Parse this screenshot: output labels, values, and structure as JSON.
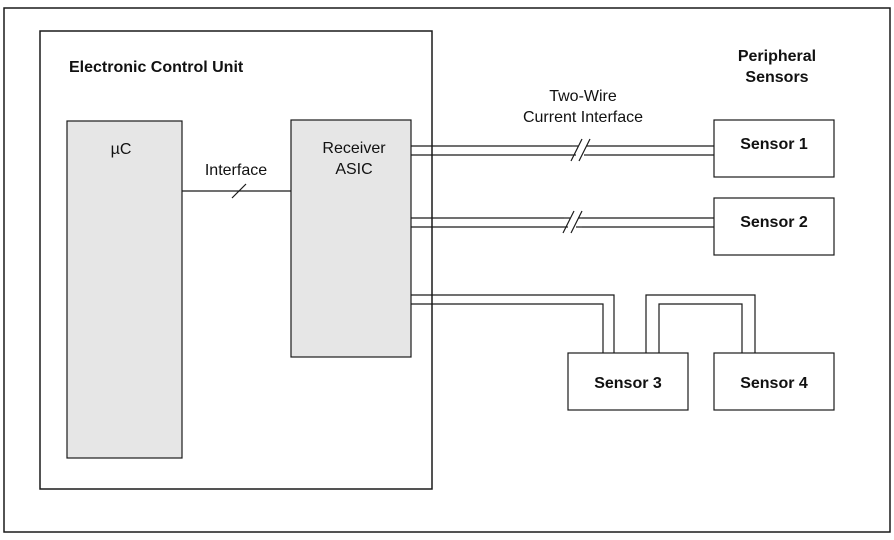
{
  "ecu": {
    "title": "Electronic Control Unit"
  },
  "microcontroller": {
    "label": "µC"
  },
  "interface_label": "Interface",
  "receiver": {
    "line1": "Receiver",
    "line2": "ASIC"
  },
  "bus_label": {
    "line1": "Two-Wire",
    "line2": "Current Interface"
  },
  "peripheral_heading": {
    "line1": "Peripheral",
    "line2": "Sensors"
  },
  "sensors": [
    {
      "label": "Sensor 1"
    },
    {
      "label": "Sensor 2"
    },
    {
      "label": "Sensor 3"
    },
    {
      "label": "Sensor 4"
    }
  ],
  "colors": {
    "block_fill": "#e6e6e6",
    "stroke": "#1a1a1a",
    "background": "#ffffff"
  }
}
